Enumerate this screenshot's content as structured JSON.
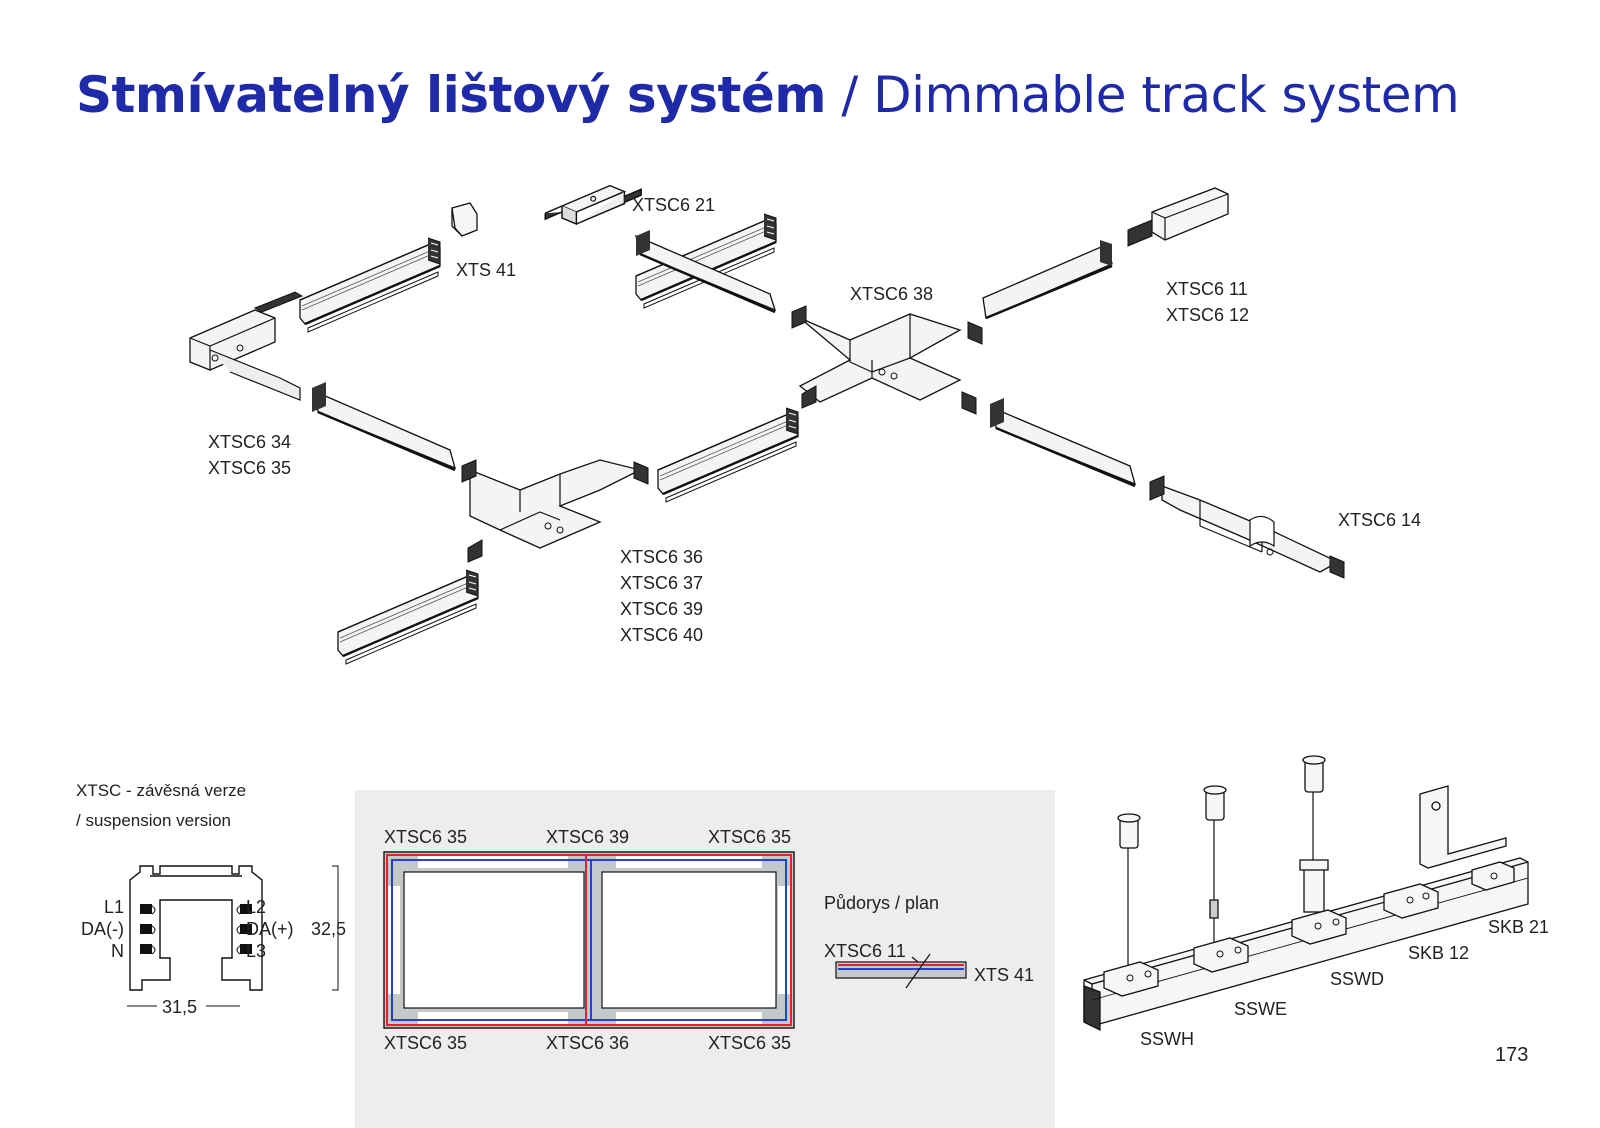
{
  "title": {
    "bold": "Stmívatelný lištový systém",
    "separator": "/",
    "english": "Dimmable track system"
  },
  "components": {
    "xts41": "XTS 41",
    "xtsc6_21": "XTSC6 21",
    "xtsc6_38": "XTSC6 38",
    "xtsc6_11": "XTSC6 11",
    "xtsc6_12": "XTSC6 12",
    "xtsc6_34": "XTSC6 34",
    "xtsc6_35": "XTSC6 35",
    "xtsc6_14": "XTSC6 14",
    "xtsc6_36": "XTSC6 36",
    "xtsc6_37": "XTSC6 37",
    "xtsc6_39": "XTSC6 39",
    "xtsc6_40": "XTSC6 40"
  },
  "profile": {
    "heading_1": "XTSC - závěsná verze",
    "heading_2": "/ suspension version",
    "left_labels": [
      "L1",
      "DA(-)",
      "N"
    ],
    "right_labels": [
      "L2",
      "DA(+)",
      "L3"
    ],
    "height_dim": "32,5",
    "width_dim": "31,5"
  },
  "plan": {
    "top_labels": [
      "XTSC6 35",
      "XTSC6 39",
      "XTSC6 35"
    ],
    "bottom_labels": [
      "XTSC6 35",
      "XTSC6 36",
      "XTSC6 35"
    ],
    "caption": "Půdorys / plan",
    "end_label_left": "XTSC6 11",
    "end_label_right": "XTS 41",
    "colors": {
      "red": "#e8202a",
      "blue": "#2a3fd0",
      "gray": "#c6c9cc"
    }
  },
  "suspension": {
    "labels": [
      "SKB 21",
      "SKB 12",
      "SSWD",
      "SSWE",
      "SSWH"
    ]
  },
  "page_number": "173"
}
